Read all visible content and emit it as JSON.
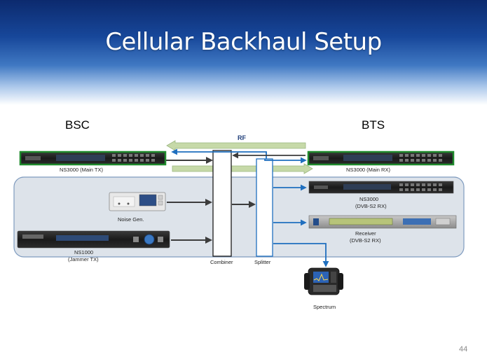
{
  "slide": {
    "title": "Cellular Backhaul Setup",
    "page_number": "44"
  },
  "diagram": {
    "bsc_label": "BSC",
    "bts_label": "BTS",
    "rf_label": "RF",
    "main_tx_label": "NS3000 (Main TX)",
    "main_rx_label": "NS3000 (Main RX)",
    "ns3000_dvb_label_1": "NS3000",
    "ns3000_dvb_label_2": "(DVB-S2 RX)",
    "receiver_label_1": "Receiver",
    "receiver_label_2": "(DVB-S2 RX)",
    "noise_gen_label": "Noise Gen.",
    "ns1000_label_1": "NS1000",
    "ns1000_label_2": "(Jammer TX)",
    "combiner_label": "Combiner",
    "splitter_label": "Splitter",
    "spectrum_label": "Spectrum"
  },
  "colors": {
    "panel_fill": "#dde3ea",
    "panel_stroke": "#7f9bbf",
    "device_highlight": "#1f8a2c",
    "rf_band": "#c6d9a8",
    "signal_blue": "#1f6fbf",
    "signal_dark": "#3c3c3c"
  }
}
